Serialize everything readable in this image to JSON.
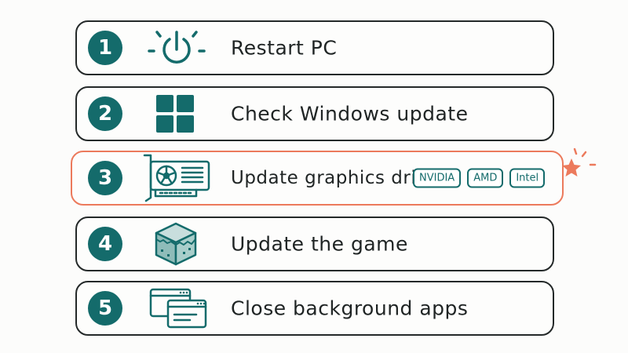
{
  "steps": [
    {
      "number": "1",
      "label": "Restart PC",
      "icon": "power-icon"
    },
    {
      "number": "2",
      "label": "Check Windows update",
      "icon": "windows-logo-icon"
    },
    {
      "number": "3",
      "label": "Update graphics driver",
      "icon": "graphics-card-icon",
      "highlighted": true,
      "badges": [
        "NVIDIA",
        "AMD",
        "Intel"
      ]
    },
    {
      "number": "4",
      "label": "Update the game",
      "icon": "game-cube-icon"
    },
    {
      "number": "5",
      "label": "Close background apps",
      "icon": "app-windows-icon"
    }
  ],
  "colors": {
    "accent": "#146b6b",
    "highlight": "#ec7a5c",
    "outline": "#242929"
  }
}
